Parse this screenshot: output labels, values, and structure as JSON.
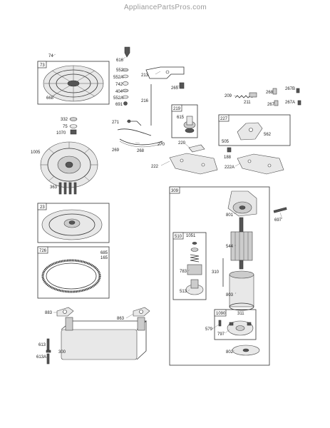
{
  "watermark": "AppliancePartsPros.com",
  "boxes": {
    "b73": "73",
    "b23": "23",
    "b726": "726",
    "b219": "219",
    "b227": "227",
    "b309": "309",
    "b510": "510",
    "b1090": "1090"
  },
  "labels": {
    "l74": "74",
    "l668": "668",
    "l616": "616",
    "l552": "552",
    "l552a": "552A",
    "l742": "742",
    "l404": "404",
    "l552a2": "552A",
    "l691": "691",
    "l213": "213",
    "l265": "265",
    "l216": "216",
    "l209": "209",
    "l211": "211",
    "l268": "268",
    "l267b": "267B",
    "l267": "267",
    "l267a": "267A",
    "l332": "332",
    "l75": "75",
    "l1070": "1070",
    "l615": "615",
    "l271": "271",
    "l505": "505",
    "l562": "562",
    "l1005": "1005",
    "l269": "269",
    "l268b": "268",
    "l270": "270",
    "l220": "220",
    "l188": "188",
    "l222": "222",
    "l222a": "222A",
    "l363": "363",
    "l801": "801",
    "l697": "697",
    "l1051": "1051",
    "l544": "544",
    "l685": "685",
    "l165": "165",
    "l783": "783",
    "l310": "310",
    "l513": "513",
    "l803": "803",
    "l311": "311",
    "l579": "579",
    "l797": "797",
    "l883": "883",
    "l863": "863",
    "l613": "613",
    "l300": "300",
    "l613a": "613A",
    "l802": "802"
  }
}
